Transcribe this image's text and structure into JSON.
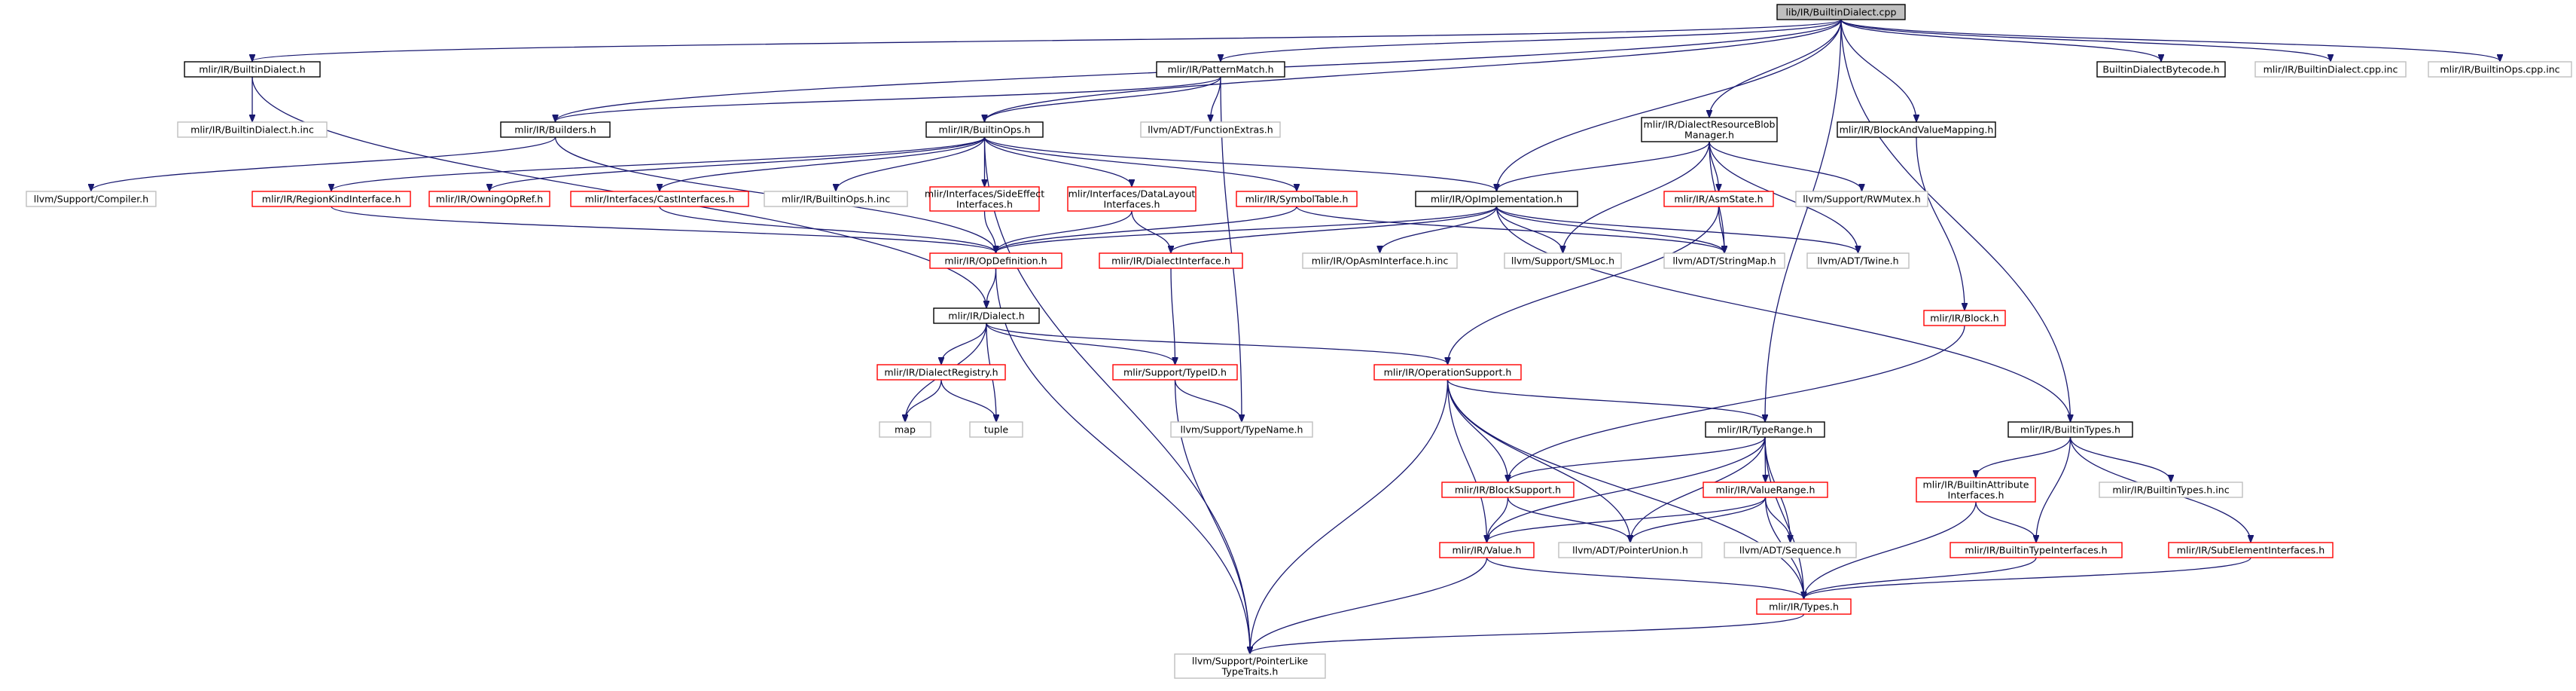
{
  "colors": {
    "root_fill": "#bfbfbf",
    "root_stroke": "#000000",
    "normal_stroke": "#000000",
    "truncated_stroke": "#ff0000",
    "external_stroke": "#bfbfbf",
    "external_text": "#000000",
    "edge": "#191970",
    "node_fill": "#ffffff"
  },
  "nodes": [
    {
      "id": "root",
      "style": "root",
      "lines": [
        "lib/IR/BuiltinDialect.cpp"
      ]
    },
    {
      "id": "bd_h",
      "style": "normal",
      "lines": [
        "mlir/IR/BuiltinDialect.h"
      ]
    },
    {
      "id": "pm_h",
      "style": "normal",
      "lines": [
        "mlir/IR/PatternMatch.h"
      ]
    },
    {
      "id": "bdb_h",
      "style": "normal",
      "lines": [
        "BuiltinDialectBytecode.h"
      ]
    },
    {
      "id": "bd_cpp_inc",
      "style": "external",
      "lines": [
        "mlir/IR/BuiltinDialect.cpp.inc"
      ]
    },
    {
      "id": "bops_cpp_inc",
      "style": "external",
      "lines": [
        "mlir/IR/BuiltinOps.cpp.inc"
      ]
    },
    {
      "id": "bd_h_inc",
      "style": "external",
      "lines": [
        "mlir/IR/BuiltinDialect.h.inc"
      ]
    },
    {
      "id": "builders_h",
      "style": "normal",
      "lines": [
        "mlir/IR/Builders.h"
      ]
    },
    {
      "id": "bops_h",
      "style": "normal",
      "lines": [
        "mlir/IR/BuiltinOps.h"
      ]
    },
    {
      "id": "func_extras",
      "style": "external",
      "lines": [
        "llvm/ADT/FunctionExtras.h"
      ]
    },
    {
      "id": "drbm_h",
      "style": "normal",
      "lines": [
        "mlir/IR/DialectResourceBlob",
        "Manager.h"
      ]
    },
    {
      "id": "bavm_h",
      "style": "normal",
      "lines": [
        "mlir/IR/BlockAndValueMapping.h"
      ]
    },
    {
      "id": "compiler_h",
      "style": "external",
      "lines": [
        "llvm/Support/Compiler.h"
      ]
    },
    {
      "id": "rki_h",
      "style": "truncated",
      "lines": [
        "mlir/IR/RegionKindInterface.h"
      ]
    },
    {
      "id": "owning_h",
      "style": "truncated",
      "lines": [
        "mlir/IR/OwningOpRef.h"
      ]
    },
    {
      "id": "cast_h",
      "style": "truncated",
      "lines": [
        "mlir/Interfaces/CastInterfaces.h"
      ]
    },
    {
      "id": "bops_h_inc",
      "style": "external",
      "lines": [
        "mlir/IR/BuiltinOps.h.inc"
      ]
    },
    {
      "id": "se_h",
      "style": "truncated",
      "lines": [
        "mlir/Interfaces/SideEffect",
        "Interfaces.h"
      ]
    },
    {
      "id": "dl_h",
      "style": "truncated",
      "lines": [
        "mlir/Interfaces/DataLayout",
        "Interfaces.h"
      ]
    },
    {
      "id": "symtab_h",
      "style": "truncated",
      "lines": [
        "mlir/IR/SymbolTable.h"
      ]
    },
    {
      "id": "opimpl_h",
      "style": "normal",
      "lines": [
        "mlir/IR/OpImplementation.h"
      ]
    },
    {
      "id": "asmstate_h",
      "style": "truncated",
      "lines": [
        "mlir/IR/AsmState.h"
      ]
    },
    {
      "id": "rwmutex_h",
      "style": "external",
      "lines": [
        "llvm/Support/RWMutex.h"
      ]
    },
    {
      "id": "opdef_h",
      "style": "truncated",
      "lines": [
        "mlir/IR/OpDefinition.h"
      ]
    },
    {
      "id": "dialiface_h",
      "style": "truncated",
      "lines": [
        "mlir/IR/DialectInterface.h"
      ]
    },
    {
      "id": "opasm_inc",
      "style": "external",
      "lines": [
        "mlir/IR/OpAsmInterface.h.inc"
      ]
    },
    {
      "id": "smloc_h",
      "style": "external",
      "lines": [
        "llvm/Support/SMLoc.h"
      ]
    },
    {
      "id": "strmap_h",
      "style": "external",
      "lines": [
        "llvm/ADT/StringMap.h"
      ]
    },
    {
      "id": "twine_h",
      "style": "external",
      "lines": [
        "llvm/ADT/Twine.h"
      ]
    },
    {
      "id": "block_h",
      "style": "truncated",
      "lines": [
        "mlir/IR/Block.h"
      ]
    },
    {
      "id": "dialect_h",
      "style": "normal",
      "lines": [
        "mlir/IR/Dialect.h"
      ]
    },
    {
      "id": "dreg_h",
      "style": "truncated",
      "lines": [
        "mlir/IR/DialectRegistry.h"
      ]
    },
    {
      "id": "typeid_h",
      "style": "truncated",
      "lines": [
        "mlir/Support/TypeID.h"
      ]
    },
    {
      "id": "opsupport_h",
      "style": "truncated",
      "lines": [
        "mlir/IR/OperationSupport.h"
      ]
    },
    {
      "id": "map",
      "style": "external",
      "lines": [
        "map"
      ]
    },
    {
      "id": "tuple",
      "style": "external",
      "lines": [
        "tuple"
      ]
    },
    {
      "id": "typename_h",
      "style": "external",
      "lines": [
        "llvm/Support/TypeName.h"
      ]
    },
    {
      "id": "typerange_h",
      "style": "normal",
      "lines": [
        "mlir/IR/TypeRange.h"
      ]
    },
    {
      "id": "btypes_h",
      "style": "normal",
      "lines": [
        "mlir/IR/BuiltinTypes.h"
      ]
    },
    {
      "id": "blocksupport_h",
      "style": "truncated",
      "lines": [
        "mlir/IR/BlockSupport.h"
      ]
    },
    {
      "id": "valuerange_h",
      "style": "truncated",
      "lines": [
        "mlir/IR/ValueRange.h"
      ]
    },
    {
      "id": "battr_h",
      "style": "truncated",
      "lines": [
        "mlir/IR/BuiltinAttribute",
        "Interfaces.h"
      ]
    },
    {
      "id": "btypes_h_inc",
      "style": "external",
      "lines": [
        "mlir/IR/BuiltinTypes.h.inc"
      ]
    },
    {
      "id": "subelem_h",
      "style": "truncated",
      "lines": [
        "mlir/IR/SubElementInterfaces.h"
      ]
    },
    {
      "id": "value_h",
      "style": "truncated",
      "lines": [
        "mlir/IR/Value.h"
      ]
    },
    {
      "id": "ptrunion_h",
      "style": "external",
      "lines": [
        "llvm/ADT/PointerUnion.h"
      ]
    },
    {
      "id": "sequence_h",
      "style": "external",
      "lines": [
        "llvm/ADT/Sequence.h"
      ]
    },
    {
      "id": "btiface_h",
      "style": "truncated",
      "lines": [
        "mlir/IR/BuiltinTypeInterfaces.h"
      ]
    },
    {
      "id": "types_h",
      "style": "truncated",
      "lines": [
        "mlir/IR/Types.h"
      ]
    },
    {
      "id": "ptrlike_h",
      "style": "external",
      "lines": [
        "llvm/Support/PointerLike",
        "TypeTraits.h"
      ]
    }
  ],
  "edges": [
    [
      "root",
      "bd_h"
    ],
    [
      "root",
      "pm_h"
    ],
    [
      "root",
      "bdb_h"
    ],
    [
      "root",
      "bd_cpp_inc"
    ],
    [
      "root",
      "bops_cpp_inc"
    ],
    [
      "root",
      "builders_h"
    ],
    [
      "root",
      "bops_h"
    ],
    [
      "root",
      "drbm_h"
    ],
    [
      "root",
      "bavm_h"
    ],
    [
      "root",
      "opimpl_h"
    ],
    [
      "root",
      "typerange_h"
    ],
    [
      "root",
      "btypes_h"
    ],
    [
      "bd_h",
      "bd_h_inc"
    ],
    [
      "bd_h",
      "dialect_h"
    ],
    [
      "pm_h",
      "builders_h"
    ],
    [
      "pm_h",
      "bops_h"
    ],
    [
      "pm_h",
      "func_extras"
    ],
    [
      "pm_h",
      "typename_h"
    ],
    [
      "builders_h",
      "compiler_h"
    ],
    [
      "builders_h",
      "opdef_h"
    ],
    [
      "bops_h",
      "rki_h"
    ],
    [
      "bops_h",
      "owning_h"
    ],
    [
      "bops_h",
      "cast_h"
    ],
    [
      "bops_h",
      "bops_h_inc"
    ],
    [
      "bops_h",
      "se_h"
    ],
    [
      "bops_h",
      "dl_h"
    ],
    [
      "bops_h",
      "symtab_h"
    ],
    [
      "bops_h",
      "opimpl_h"
    ],
    [
      "bops_h",
      "ptrlike_h"
    ],
    [
      "drbm_h",
      "opimpl_h"
    ],
    [
      "drbm_h",
      "asmstate_h"
    ],
    [
      "drbm_h",
      "rwmutex_h"
    ],
    [
      "drbm_h",
      "smloc_h"
    ],
    [
      "drbm_h",
      "strmap_h"
    ],
    [
      "drbm_h",
      "twine_h"
    ],
    [
      "bavm_h",
      "block_h"
    ],
    [
      "rki_h",
      "opdef_h"
    ],
    [
      "cast_h",
      "opdef_h"
    ],
    [
      "se_h",
      "opdef_h"
    ],
    [
      "dl_h",
      "opdef_h"
    ],
    [
      "dl_h",
      "dialiface_h"
    ],
    [
      "symtab_h",
      "opdef_h"
    ],
    [
      "symtab_h",
      "strmap_h"
    ],
    [
      "opimpl_h",
      "opdef_h"
    ],
    [
      "opimpl_h",
      "dialiface_h"
    ],
    [
      "opimpl_h",
      "opasm_inc"
    ],
    [
      "opimpl_h",
      "smloc_h"
    ],
    [
      "opimpl_h",
      "strmap_h"
    ],
    [
      "opimpl_h",
      "twine_h"
    ],
    [
      "opimpl_h",
      "btypes_h"
    ],
    [
      "asmstate_h",
      "strmap_h"
    ],
    [
      "asmstate_h",
      "opsupport_h"
    ],
    [
      "opdef_h",
      "dialect_h"
    ],
    [
      "opdef_h",
      "ptrlike_h"
    ],
    [
      "dialiface_h",
      "typeid_h"
    ],
    [
      "block_h",
      "blocksupport_h"
    ],
    [
      "dialect_h",
      "dreg_h"
    ],
    [
      "dialect_h",
      "typeid_h"
    ],
    [
      "dialect_h",
      "opsupport_h"
    ],
    [
      "dialect_h",
      "map"
    ],
    [
      "dialect_h",
      "tuple"
    ],
    [
      "dreg_h",
      "map"
    ],
    [
      "dreg_h",
      "tuple"
    ],
    [
      "typeid_h",
      "typename_h"
    ],
    [
      "typeid_h",
      "ptrlike_h"
    ],
    [
      "opsupport_h",
      "typerange_h"
    ],
    [
      "opsupport_h",
      "blocksupport_h"
    ],
    [
      "opsupport_h",
      "value_h"
    ],
    [
      "opsupport_h",
      "ptrunion_h"
    ],
    [
      "opsupport_h",
      "types_h"
    ],
    [
      "opsupport_h",
      "ptrlike_h"
    ],
    [
      "typerange_h",
      "blocksupport_h"
    ],
    [
      "typerange_h",
      "valuerange_h"
    ],
    [
      "typerange_h",
      "value_h"
    ],
    [
      "typerange_h",
      "ptrunion_h"
    ],
    [
      "typerange_h",
      "sequence_h"
    ],
    [
      "typerange_h",
      "types_h"
    ],
    [
      "btypes_h",
      "battr_h"
    ],
    [
      "btypes_h",
      "btypes_h_inc"
    ],
    [
      "btypes_h",
      "subelem_h"
    ],
    [
      "btypes_h",
      "btiface_h"
    ],
    [
      "blocksupport_h",
      "value_h"
    ],
    [
      "blocksupport_h",
      "ptrunion_h"
    ],
    [
      "valuerange_h",
      "value_h"
    ],
    [
      "valuerange_h",
      "ptrunion_h"
    ],
    [
      "valuerange_h",
      "sequence_h"
    ],
    [
      "valuerange_h",
      "types_h"
    ],
    [
      "battr_h",
      "btiface_h"
    ],
    [
      "battr_h",
      "types_h"
    ],
    [
      "subelem_h",
      "types_h"
    ],
    [
      "btiface_h",
      "types_h"
    ],
    [
      "value_h",
      "types_h"
    ],
    [
      "value_h",
      "ptrlike_h"
    ],
    [
      "types_h",
      "ptrlike_h"
    ]
  ]
}
